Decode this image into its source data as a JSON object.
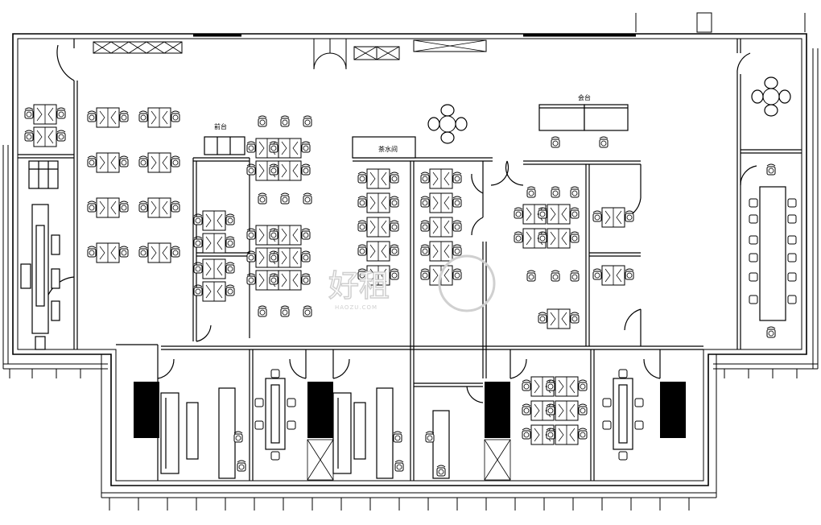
{
  "labels": {
    "room_a": "前台",
    "room_b": "茶水间",
    "room_c": "会台"
  },
  "watermark": {
    "text": "好租",
    "sub": "HAOZU.COM"
  },
  "colors": {
    "line": "#000000",
    "fill": "#ffffff",
    "solid": "#000000",
    "watermark": "#d0d0d0"
  },
  "icons": [
    "workstation-chair",
    "round-table-icon",
    "door-swing-icon",
    "window-cross-icon"
  ]
}
